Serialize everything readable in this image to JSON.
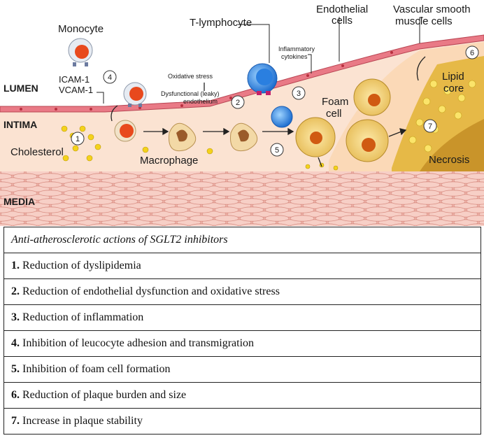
{
  "diagram": {
    "labels": {
      "lumen": "LUMEN",
      "intima": "INTIMA",
      "media": "MEDIA",
      "monocyte": "Monocyte",
      "t_lymphocyte": "T-lymphocyte",
      "endothelial_line1": "Endothelial",
      "endothelial_line2": "cells",
      "vsmc_line1": "Vascular smooth",
      "vsmc_line2": "muscle cells",
      "icam": "ICAM-1",
      "vcam": "VCAM-1",
      "oxidative_stress": "Oxidative stress",
      "dysfunctional_line1": "Dysfunctional (leaky)",
      "dysfunctional_line2": "endothelium",
      "inflammatory_line1": "Inflammatory",
      "inflammatory_line2": "cytokines",
      "foam_line1": "Foam",
      "foam_line2": "cell",
      "lipid_line1": "Lipid",
      "lipid_line2": "core",
      "cholesterol": "Cholesterol",
      "macrophage": "Macrophage",
      "necrosis": "Necrosis"
    },
    "markers": [
      "1",
      "2",
      "3",
      "4",
      "5",
      "6",
      "7"
    ]
  },
  "table": {
    "header": "Anti-atherosclerotic actions of SGLT2 inhibitors",
    "rows": [
      {
        "num": "1.",
        "text": " Reduction of dyslipidemia"
      },
      {
        "num": "2.",
        "text": " Reduction of endothelial dysfunction and oxidative stress"
      },
      {
        "num": "3.",
        "text": " Reduction of inflammation"
      },
      {
        "num": "4.",
        "text": " Inhibition of leucocyte adhesion and transmigration"
      },
      {
        "num": "5.",
        "text": " Inhibition of foam cell formation"
      },
      {
        "num": "6.",
        "text": " Reduction of plaque burden and size"
      },
      {
        "num": "7.",
        "text": " Increase in plaque stability"
      }
    ]
  }
}
